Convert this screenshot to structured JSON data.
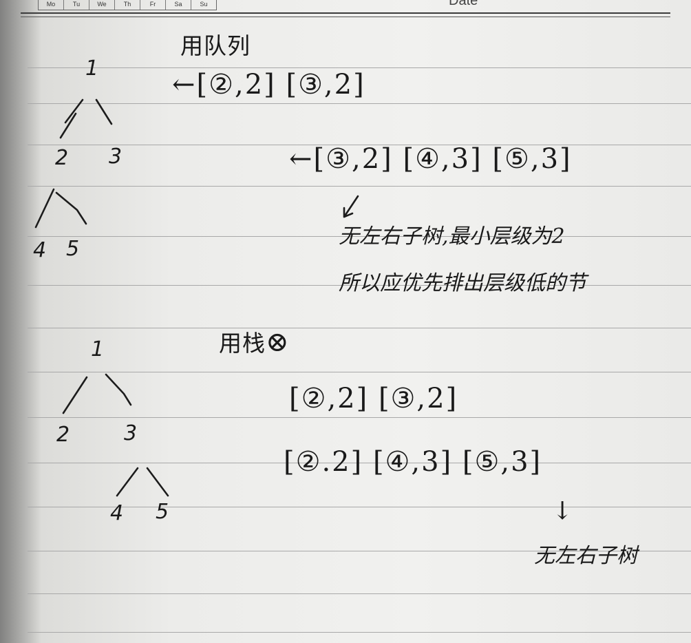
{
  "header": {
    "weekdays": [
      "Mo",
      "Tu",
      "We",
      "Th",
      "Fr",
      "Sa",
      "Su"
    ],
    "date_label": "Date"
  },
  "section_queue": {
    "title": "用队列",
    "tree_nodes": [
      "1",
      "2",
      "3",
      "4",
      "5"
    ],
    "queue_row1": "←[②,2] [③,2]",
    "queue_row2": "←[③,2] [④,3] [⑤,3]",
    "note1": "无左右子树,最小层级为2",
    "note2": "所以应优先排出层级低的节"
  },
  "section_stack": {
    "title": "用栈",
    "title_mark": "⊗",
    "tree_nodes": [
      "1",
      "2",
      "3",
      "4",
      "5"
    ],
    "stack_row1": "[②,2] [③,2]",
    "stack_row2": "[②.2] [④,3] [⑤,3]",
    "arrow": "↓",
    "note": "无左右子树"
  }
}
